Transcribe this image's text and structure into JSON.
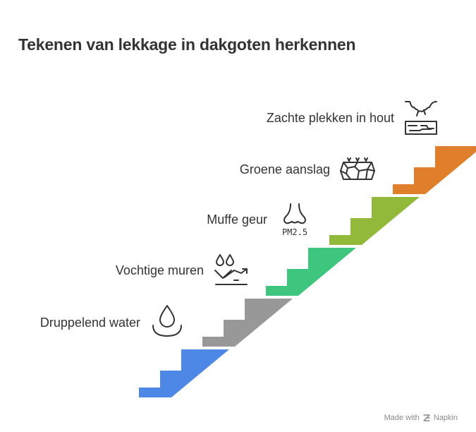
{
  "title": "Tekenen van lekkage in dakgoten herkennen",
  "steps": [
    {
      "label": "Druppelend water",
      "color": "#4e88e6",
      "icon": "water-drop-basin-icon"
    },
    {
      "label": "Vochtige muren",
      "color": "#989898",
      "icon": "moisture-drops-arrows-icon"
    },
    {
      "label": "Muffe geur",
      "color": "#3ec67e",
      "icon": "nose-pm25-icon",
      "icon_text": "PM2.5"
    },
    {
      "label": "Groene aanslag",
      "color": "#92b93a",
      "icon": "cracked-mossy-block-icon"
    },
    {
      "label": "Zachte plekken in hout",
      "color": "#e07f2b",
      "icon": "rotten-wood-icon"
    }
  ],
  "footer": {
    "made_with": "Made with",
    "brand": "Napkin"
  }
}
